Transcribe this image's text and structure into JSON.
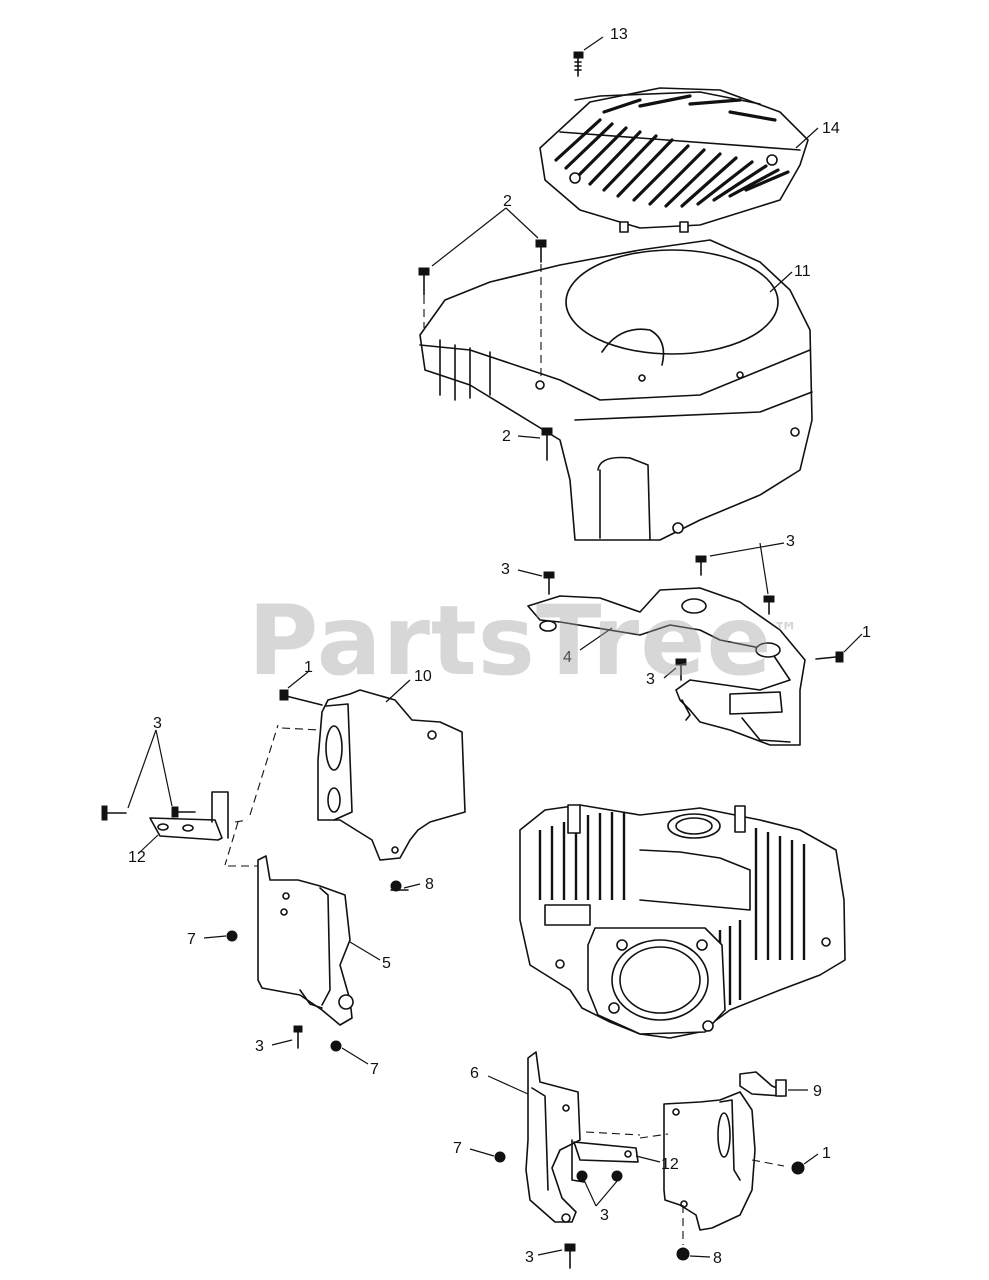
{
  "watermark": {
    "text": "PartsTree",
    "mark": "™"
  },
  "callouts": [
    {
      "id": "c13",
      "label": "13"
    },
    {
      "id": "c14",
      "label": "14"
    },
    {
      "id": "c2a",
      "label": "2"
    },
    {
      "id": "c11",
      "label": "11"
    },
    {
      "id": "c2b",
      "label": "2"
    },
    {
      "id": "c3a",
      "label": "3"
    },
    {
      "id": "c3b",
      "label": "3"
    },
    {
      "id": "c4",
      "label": "4"
    },
    {
      "id": "c3c",
      "label": "3"
    },
    {
      "id": "c1a",
      "label": "1"
    },
    {
      "id": "c1b",
      "label": "1"
    },
    {
      "id": "c10",
      "label": "10"
    },
    {
      "id": "c3d",
      "label": "3"
    },
    {
      "id": "c12a",
      "label": "12"
    },
    {
      "id": "c8a",
      "label": "8"
    },
    {
      "id": "c7a",
      "label": "7"
    },
    {
      "id": "c5",
      "label": "5"
    },
    {
      "id": "c3e",
      "label": "3"
    },
    {
      "id": "c7b",
      "label": "7"
    },
    {
      "id": "c6",
      "label": "6"
    },
    {
      "id": "c9",
      "label": "9"
    },
    {
      "id": "c7c",
      "label": "7"
    },
    {
      "id": "c12b",
      "label": "12"
    },
    {
      "id": "c1c",
      "label": "1"
    },
    {
      "id": "c3f",
      "label": "3"
    },
    {
      "id": "c3g",
      "label": "3"
    },
    {
      "id": "c8b",
      "label": "8"
    }
  ]
}
